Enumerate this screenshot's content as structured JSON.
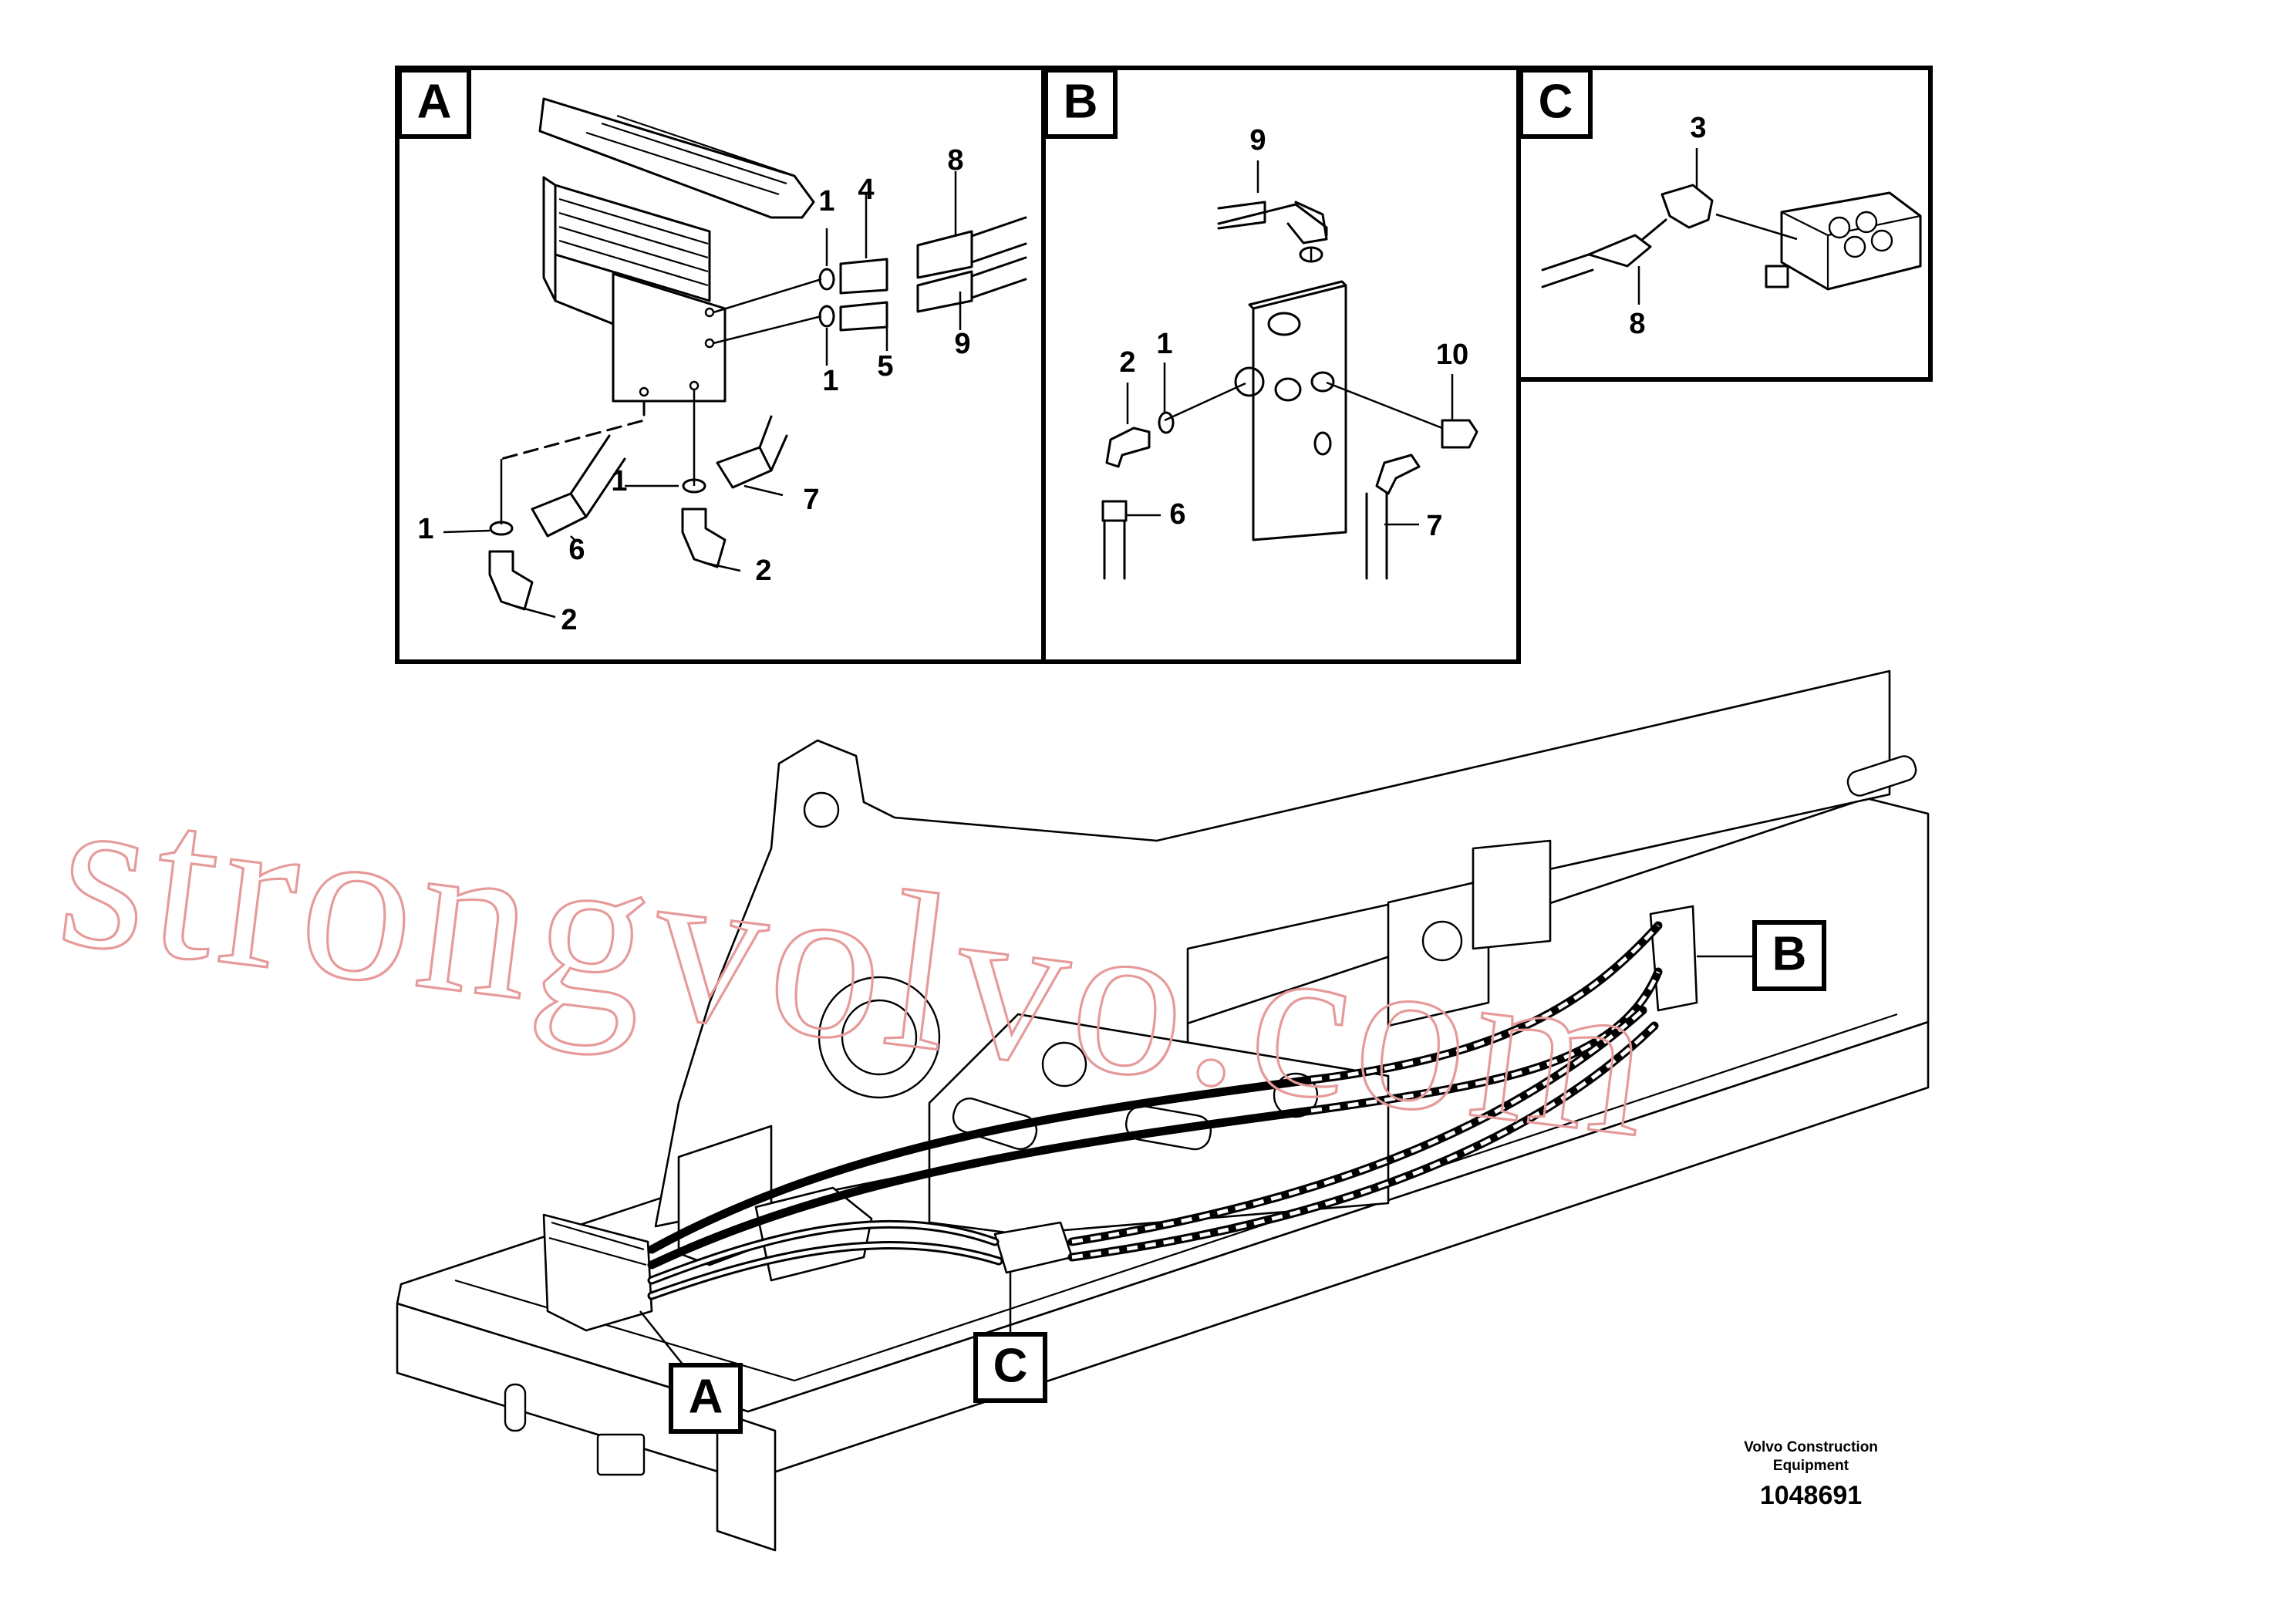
{
  "detail_panels": [
    {
      "letter": "A",
      "callouts": [
        "1",
        "4",
        "8",
        "1",
        "5",
        "9",
        "1",
        "1",
        "6",
        "7",
        "2",
        "2"
      ]
    },
    {
      "letter": "B",
      "callouts": [
        "9",
        "2",
        "1",
        "10",
        "6",
        "7"
      ]
    },
    {
      "letter": "C",
      "callouts": [
        "3",
        "8"
      ]
    }
  ],
  "view_markers": [
    "A",
    "B",
    "C"
  ],
  "brand": {
    "line1": "Volvo Construction",
    "line2": "Equipment"
  },
  "document_number": "1048691",
  "watermark": "strongvolvo.com",
  "colors": {
    "line": "#000000",
    "watermark": "#e69a9a",
    "background": "#ffffff"
  }
}
